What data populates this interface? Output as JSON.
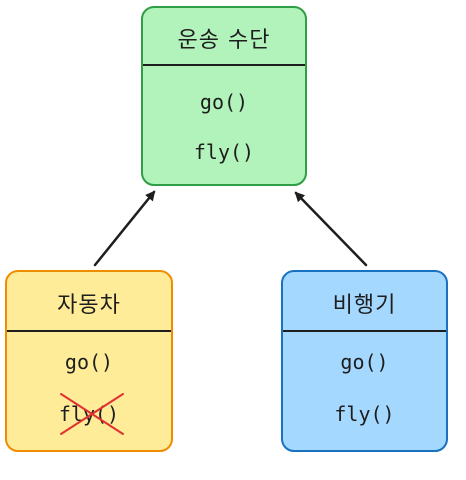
{
  "diagram": {
    "parent": {
      "title": "운송 수단",
      "methods": [
        "go()",
        "fly()"
      ],
      "fill": "#b2f2bb",
      "stroke": "#2f9e44"
    },
    "children": [
      {
        "title": "자동차",
        "methods": [
          "go()",
          "fly()"
        ],
        "struck_method": "fly()",
        "fill": "#ffec99",
        "stroke": "#f08c00",
        "strike_color": "#e03131"
      },
      {
        "title": "비행기",
        "methods": [
          "go()",
          "fly()"
        ],
        "fill": "#a5d8ff",
        "stroke": "#1971c2"
      }
    ],
    "arrow_color": "#1e1e1e"
  }
}
